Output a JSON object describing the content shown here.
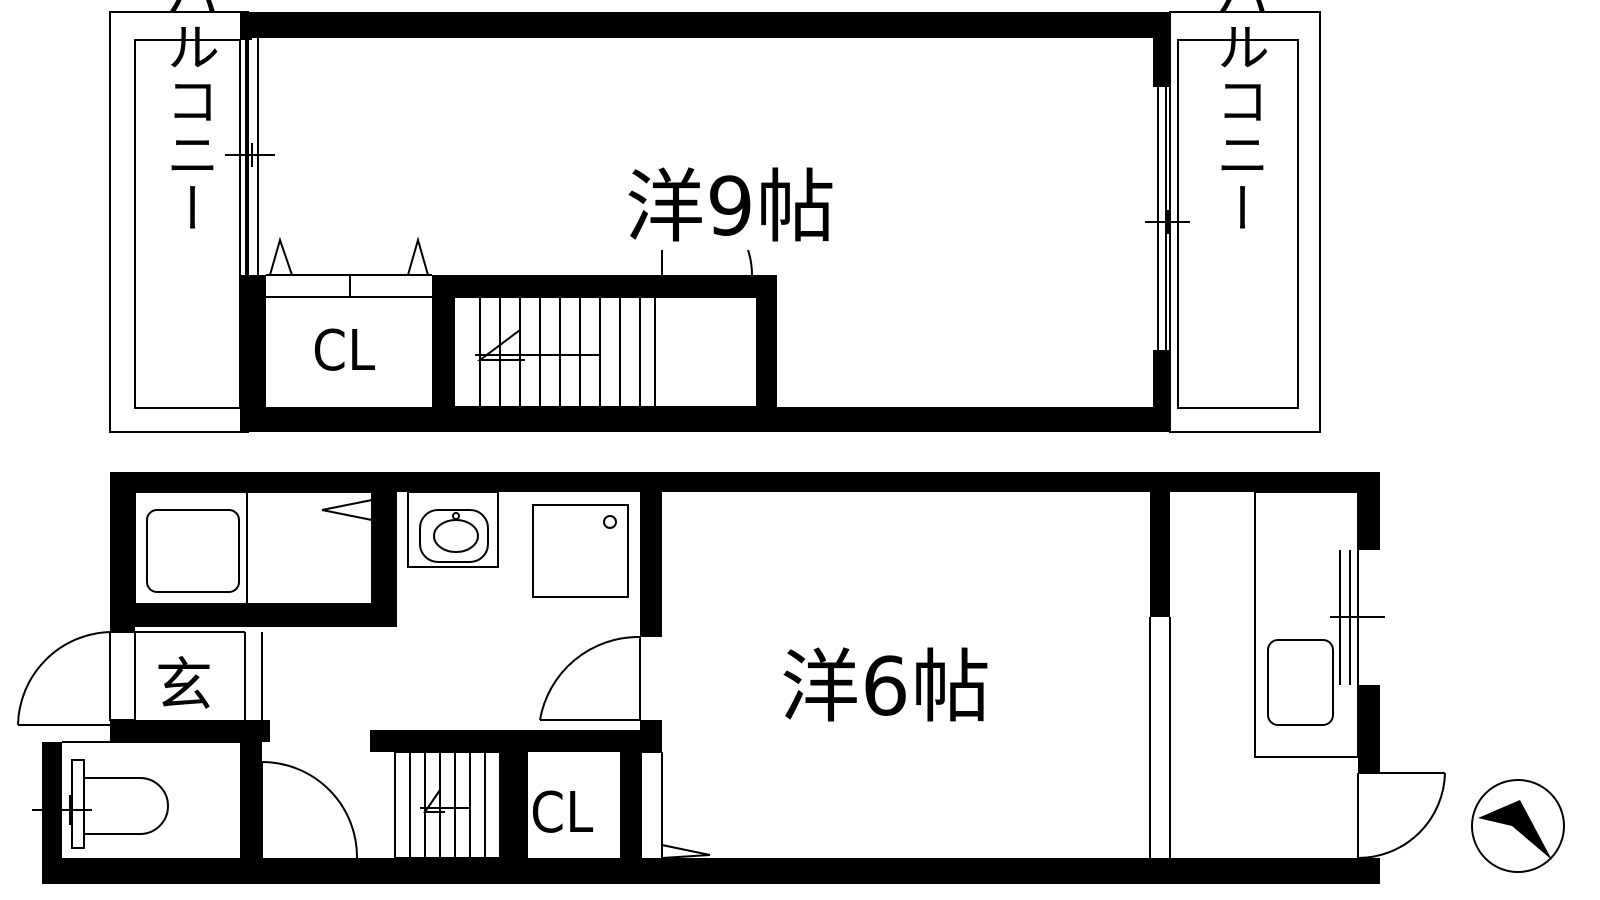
{
  "upper_floor": {
    "main_room": "洋9帖",
    "closet": "CL",
    "balcony_left": "バルコニー",
    "balcony_right": "バルコニー"
  },
  "lower_floor": {
    "main_room": "洋6帖",
    "closet": "CL",
    "entrance": "玄"
  },
  "colors": {
    "wall": "#000000",
    "background": "#ffffff"
  },
  "icons": [
    "compass-icon",
    "toilet-icon",
    "sink-icon",
    "bathtub-icon",
    "stairs-icon"
  ]
}
